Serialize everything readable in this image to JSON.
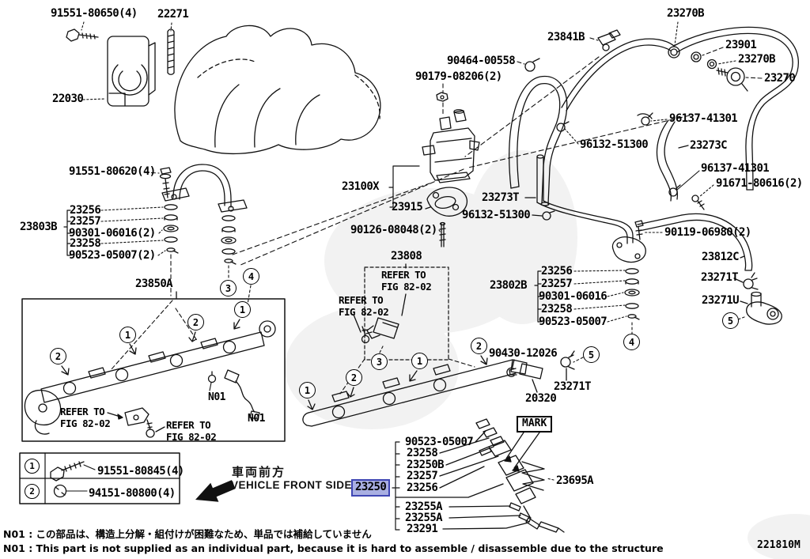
{
  "colors": {
    "highlight_bg": "#a9afe2",
    "highlight_border": "#3f46b4",
    "line": "#111111"
  },
  "parts": {
    "p91551_80650_4": "91551-80650(4)",
    "p22271": "22271",
    "p22030": "22030",
    "p91551_80620_4": "91551-80620(4)",
    "p23803B": "23803B",
    "p23256": "23256",
    "p23257": "23257",
    "p90301_06016_2": "90301-06016(2)",
    "p90301_06016": "90301-06016",
    "p23258": "23258",
    "p90523_05007_2": "90523-05007(2)",
    "p90523_05007": "90523-05007",
    "p23850A": "23850A",
    "p23100X": "23100X",
    "p23915": "23915",
    "p90126_08048_2": "90126-08048(2)",
    "p23808": "23808",
    "p90464_00558": "90464-00558",
    "p90179_08206_2": "90179-08206(2)",
    "p23841B": "23841B",
    "p23270B": "23270B",
    "p23901": "23901",
    "p23270": "23270",
    "p96137_41301": "96137-41301",
    "p23273C": "23273C",
    "p91671_80616_2": "91671-80616(2)",
    "p96132_51300": "96132-51300",
    "p23273T": "23273T",
    "p90119_06980_2": "90119-06980(2)",
    "p23812C": "23812C",
    "p23271T": "23271T",
    "p23271U": "23271U",
    "p23802B": "23802B",
    "p90430_12026": "90430-12026",
    "p20320": "20320",
    "p23250": "23250",
    "p23250B": "23250B",
    "p23255A": "23255A",
    "p23291": "23291",
    "p23695A": "23695A",
    "p91551_80845_4": "91551-80845(4)",
    "p94151_80800_4": "94151-80800(4)"
  },
  "annotations": {
    "refer_to": "REFER TO",
    "fig_82_02": "FIG 82-02",
    "n01": "N01",
    "mark": "MARK",
    "front_jp": "車両前方",
    "front_en": "VEHICLE FRONT SIDE"
  },
  "circled": {
    "n1": "1",
    "n2": "2",
    "n3": "3",
    "n4": "4",
    "n5": "5"
  },
  "legend": {
    "row1_num": "1",
    "row1_part": "91551-80845(4)",
    "row2_num": "2",
    "row2_part": "94151-80800(4)"
  },
  "footer": {
    "note_jp": "N01 : この部品は、構造上分解・組付けが困難なため、単品では補給していません",
    "note_en": "N01 : This part is not supplied as an individual part, because it is hard to assemble / disassemble due to the structure",
    "doc_code": "221810M"
  }
}
